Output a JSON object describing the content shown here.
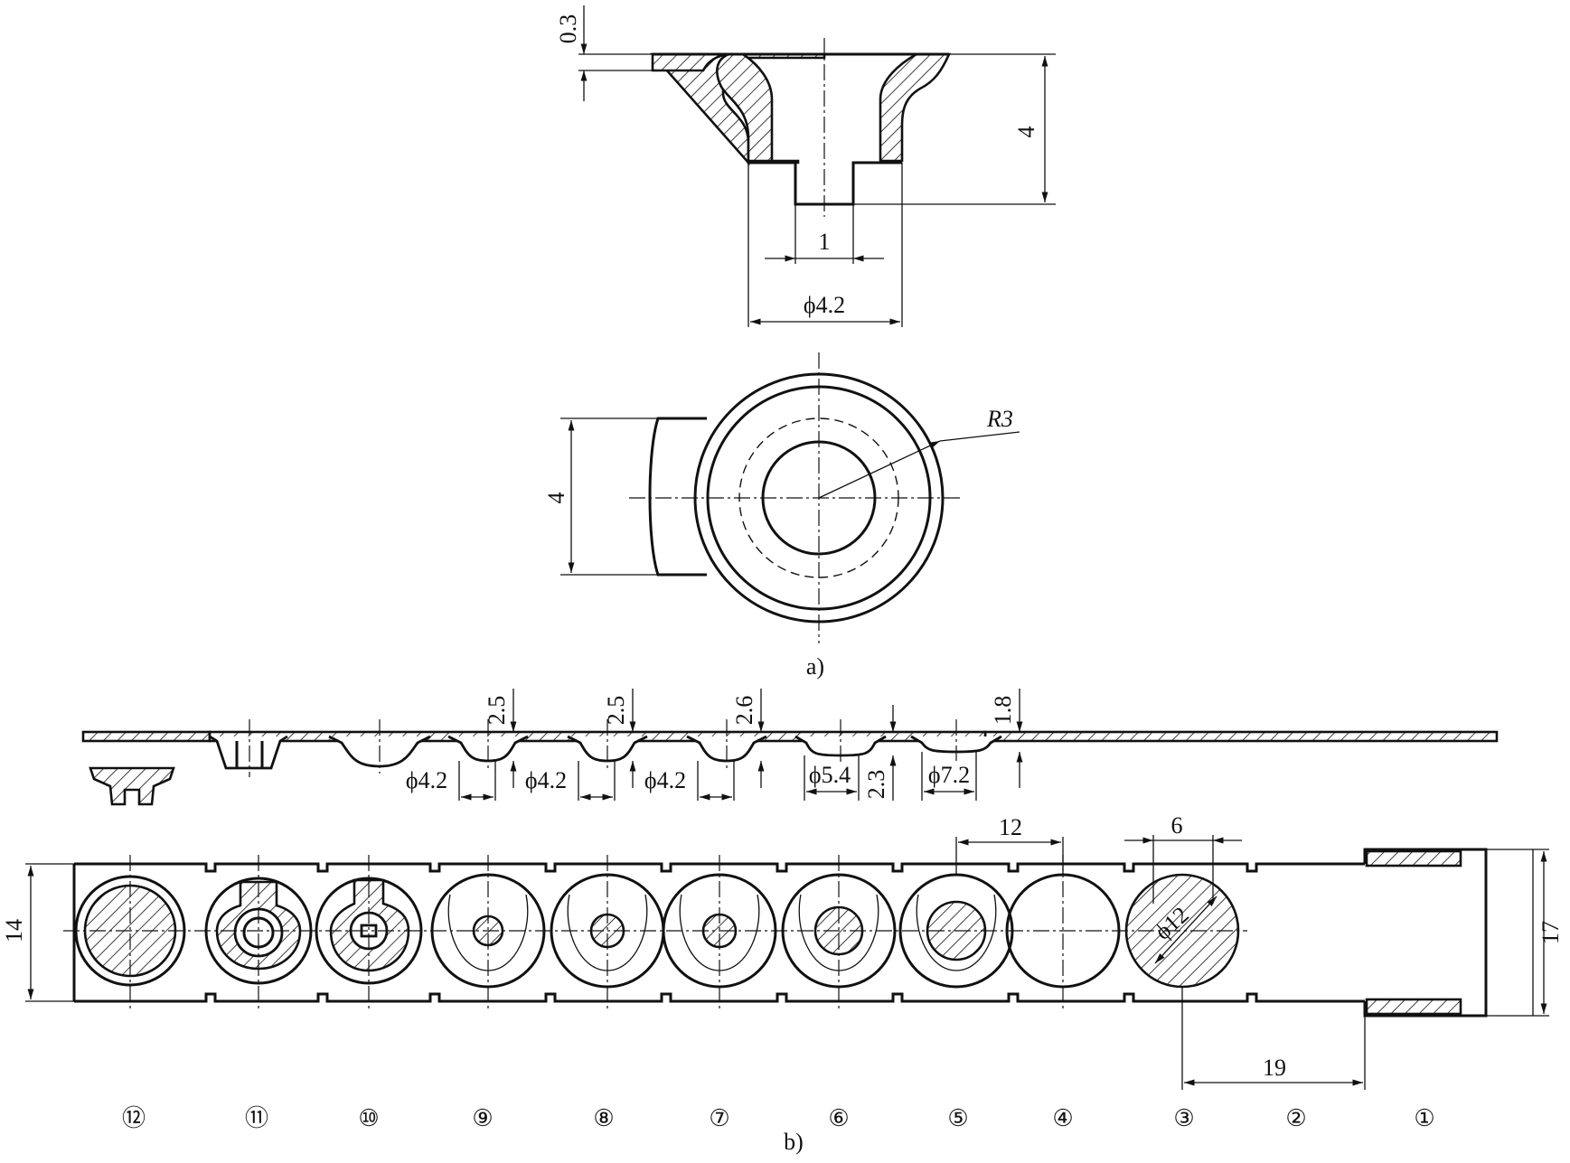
{
  "figure_a": {
    "caption": "a)",
    "section_dims": {
      "flange_thickness": "0.3",
      "height": "4",
      "bottom_width": "1",
      "diameter": "ϕ4.2"
    },
    "plan_dims": {
      "radius": "R3",
      "width": "4"
    }
  },
  "figure_b": {
    "caption": "b)",
    "depth_dims": [
      "2.5",
      "2.5",
      "2.6",
      "1.8",
      "2.3"
    ],
    "diameter_dims": [
      "ϕ4.2",
      "ϕ4.2",
      "ϕ4.2",
      "ϕ5.4",
      "ϕ7.2"
    ],
    "strip_dims": {
      "pitch": "12",
      "slot": "6",
      "blank_diameter": "ϕ12",
      "strip_width": "14",
      "full_width": "17",
      "feed": "19"
    },
    "stations": [
      "⑫",
      "⑪",
      "⑩",
      "⑨",
      "⑧",
      "⑦",
      "⑥",
      "⑤",
      "④",
      "③",
      "②",
      "①"
    ]
  },
  "colors": {
    "line": "#111111",
    "background": "#ffffff"
  }
}
